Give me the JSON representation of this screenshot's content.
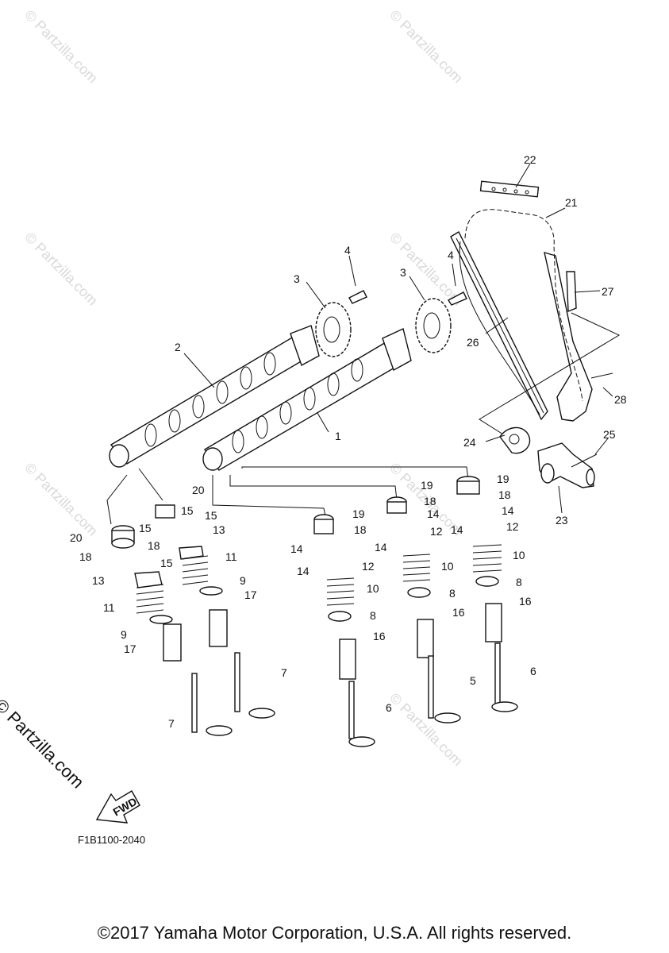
{
  "watermark_text": "© Partzilla.com",
  "side_logo_text": "© Partzilla.com",
  "fwd_label": "FWD",
  "diagram_code": "F1B1100-2040",
  "copyright": "©2017 Yamaha Motor Corporation, U.S.A. All rights reserved.",
  "callouts": {
    "c1": "1",
    "c2": "2",
    "c3a": "3",
    "c3b": "3",
    "c4a": "4",
    "c4b": "4",
    "c5": "5",
    "c6a": "6",
    "c6b": "6",
    "c7a": "7",
    "c7b": "7",
    "c8a": "8",
    "c8b": "8",
    "c8c": "8",
    "c9a": "9",
    "c9b": "9",
    "c10a": "10",
    "c10b": "10",
    "c10c": "10",
    "c11a": "11",
    "c11b": "11",
    "c12a": "12",
    "c12b": "12",
    "c12c": "12",
    "c13a": "13",
    "c13b": "13",
    "c14a": "14",
    "c14b": "14",
    "c14c": "14",
    "c14d": "14",
    "c14e": "14",
    "c14f": "14",
    "c15a": "15",
    "c15b": "15",
    "c15c": "15",
    "c15d": "15",
    "c16a": "16",
    "c16b": "16",
    "c16c": "16",
    "c17a": "17",
    "c17b": "17",
    "c18a": "18",
    "c18b": "18",
    "c18c": "18",
    "c18d": "18",
    "c18e": "18",
    "c19a": "19",
    "c19b": "19",
    "c19c": "19",
    "c20a": "20",
    "c20b": "20",
    "c21": "21",
    "c22": "22",
    "c23": "23",
    "c24": "24",
    "c25": "25",
    "c26": "26",
    "c27": "27",
    "c28": "28"
  }
}
